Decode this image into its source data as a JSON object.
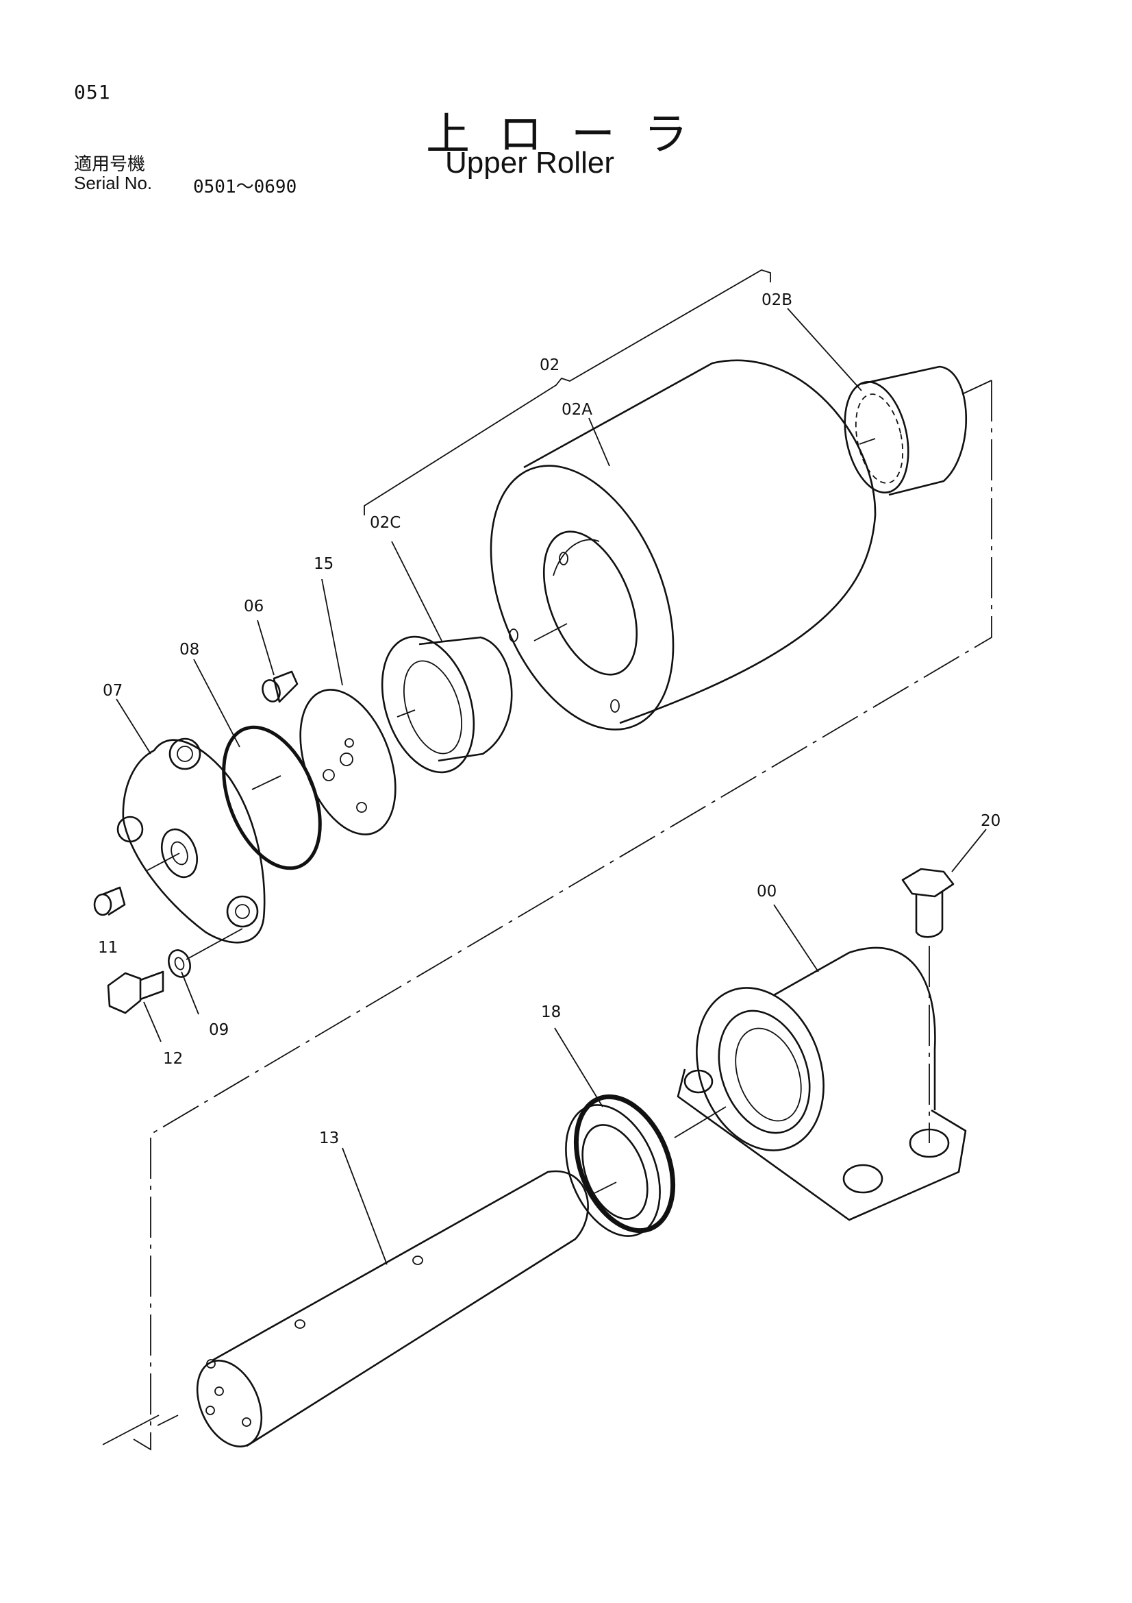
{
  "page_number": "051",
  "title": {
    "japanese": "上ローラ",
    "english": "Upper Roller"
  },
  "serial": {
    "label_jp": "適用号機",
    "label_en": "Serial No.",
    "range": "0501～0690"
  },
  "callouts": {
    "c02": "02",
    "c02A": "02A",
    "c02B": "02B",
    "c02C": "02C",
    "c15": "15",
    "c06": "06",
    "c08": "08",
    "c07": "07",
    "c11": "11",
    "c09": "09",
    "c12": "12",
    "c20": "20",
    "c00": "00",
    "c18": "18",
    "c13": "13"
  }
}
